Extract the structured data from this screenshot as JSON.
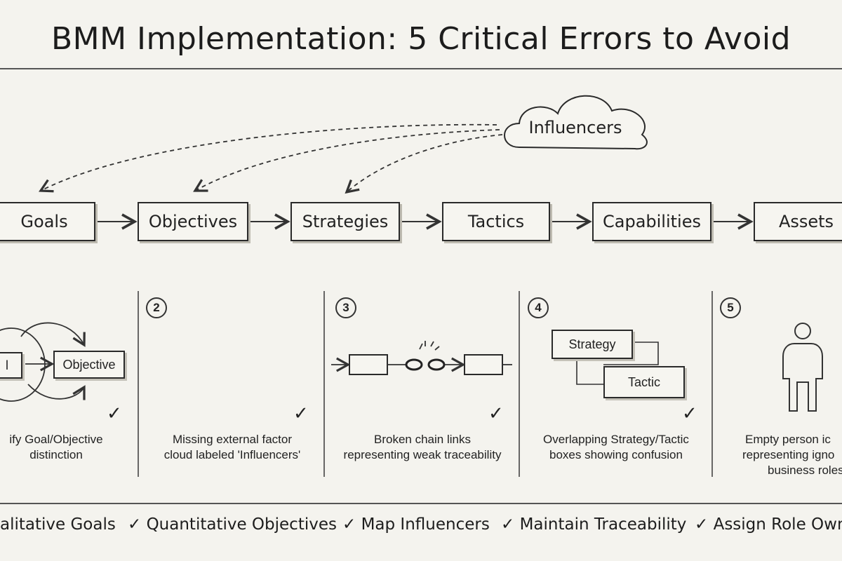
{
  "title": "BMM Implementation: 5 Critical Errors to Avoid",
  "influencers_label": "Influencers",
  "chain": [
    "Goals",
    "Objectives",
    "Strategies",
    "Tactics",
    "Capabilities",
    "Assets"
  ],
  "panels": [
    {
      "number": "",
      "check": "✓",
      "line1": "ify Goal/Objective",
      "line2": "distinction",
      "box_left": "l",
      "box_right": "Objective"
    },
    {
      "number": "2",
      "check": "✓",
      "line1": "Missing external factor",
      "line2": "cloud labeled 'Influencers'"
    },
    {
      "number": "3",
      "check": "✓",
      "line1": "Broken chain links",
      "line2": "representing weak traceability"
    },
    {
      "number": "4",
      "check": "✓",
      "line1": "Overlapping Strategy/Tactic",
      "line2": "boxes showing confusion",
      "box_a": "Strategy",
      "box_b": "Tactic"
    },
    {
      "number": "5",
      "check": "",
      "line1": "Empty person ic",
      "line2": "representing igno",
      "line3": "business roles"
    }
  ],
  "footer": [
    "alitative Goals",
    "✓ Quantitative Objectives",
    "✓ Map Influencers",
    "✓ Maintain Traceability",
    "✓ Assign Role Owne"
  ]
}
